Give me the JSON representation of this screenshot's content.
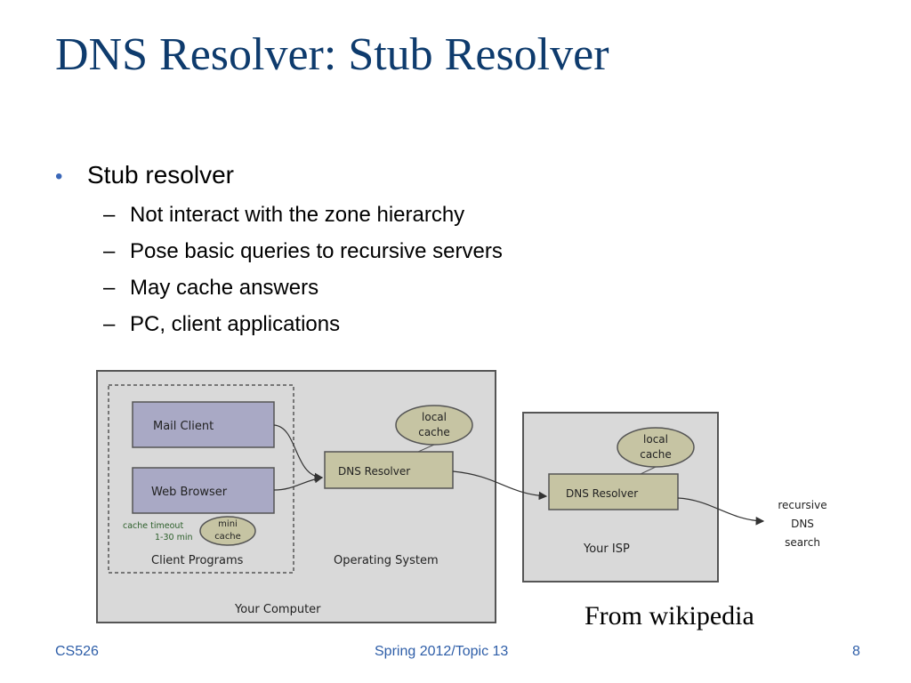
{
  "slide": {
    "title": "DNS Resolver: Stub Resolver",
    "bullet": "Stub resolver",
    "bullet_marker": "•",
    "sub_marker": "–",
    "sub_bullets": [
      "Not interact with the zone hierarchy",
      "Pose basic queries to recursive servers",
      "May cache answers",
      "PC, client applications"
    ]
  },
  "diagram": {
    "mail_client": "Mail Client",
    "web_browser": "Web Browser",
    "cache_timeout_1": "cache timeout",
    "cache_timeout_2": "1-30 min",
    "mini_cache_1": "mini",
    "mini_cache_2": "cache",
    "client_programs": "Client Programs",
    "local_cache_1": "local",
    "local_cache_2": "cache",
    "dns_resolver": "DNS Resolver",
    "operating_system": "Operating System",
    "your_computer": "Your Computer",
    "isp_local_cache_1": "local",
    "isp_local_cache_2": "cache",
    "isp_dns_resolver": "DNS Resolver",
    "your_isp": "Your ISP",
    "recursive_1": "recursive",
    "recursive_2": "DNS",
    "recursive_3": "search"
  },
  "caption": "From wikipedia",
  "footer": {
    "course": "CS526",
    "term": "Spring 2012/Topic 13",
    "page": "8"
  }
}
